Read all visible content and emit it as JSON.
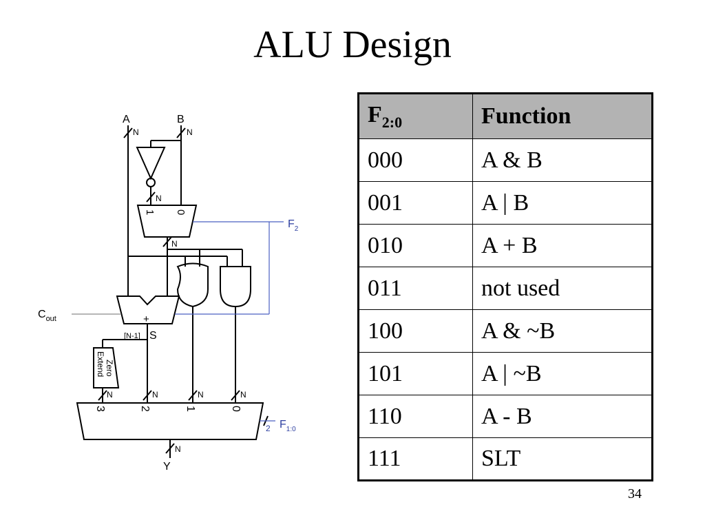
{
  "slide": {
    "title": "ALU Design",
    "page_number": "34"
  },
  "diagram": {
    "inputs": {
      "a": "A",
      "b": "B"
    },
    "width_n": "N",
    "mux_select_1": "1",
    "mux_select_0": "0",
    "f2": {
      "base": "F",
      "sub": "2"
    },
    "cout": {
      "base": "C",
      "sub": "out"
    },
    "adder_symbol": "+",
    "msb_label": "[N-1]",
    "sum_label": "S",
    "zero_extend_line1": "Zero",
    "zero_extend_line2": "Extend",
    "output_mux_inputs": [
      "3",
      "2",
      "1",
      "0"
    ],
    "f10": {
      "bus_width": "2",
      "base": "F",
      "sub": "1:0"
    },
    "output": "Y"
  },
  "table": {
    "headers": {
      "select_base": "F",
      "select_sub": "2:0",
      "function": "Function"
    },
    "rows": [
      {
        "code": "000",
        "function": "A & B"
      },
      {
        "code": "001",
        "function": "A | B"
      },
      {
        "code": "010",
        "function": "A + B"
      },
      {
        "code": "011",
        "function": "not used"
      },
      {
        "code": "100",
        "function": "A & ~B"
      },
      {
        "code": "101",
        "function": "A | ~B"
      },
      {
        "code": "110",
        "function": "A - B"
      },
      {
        "code": "111",
        "function": "SLT"
      }
    ]
  }
}
